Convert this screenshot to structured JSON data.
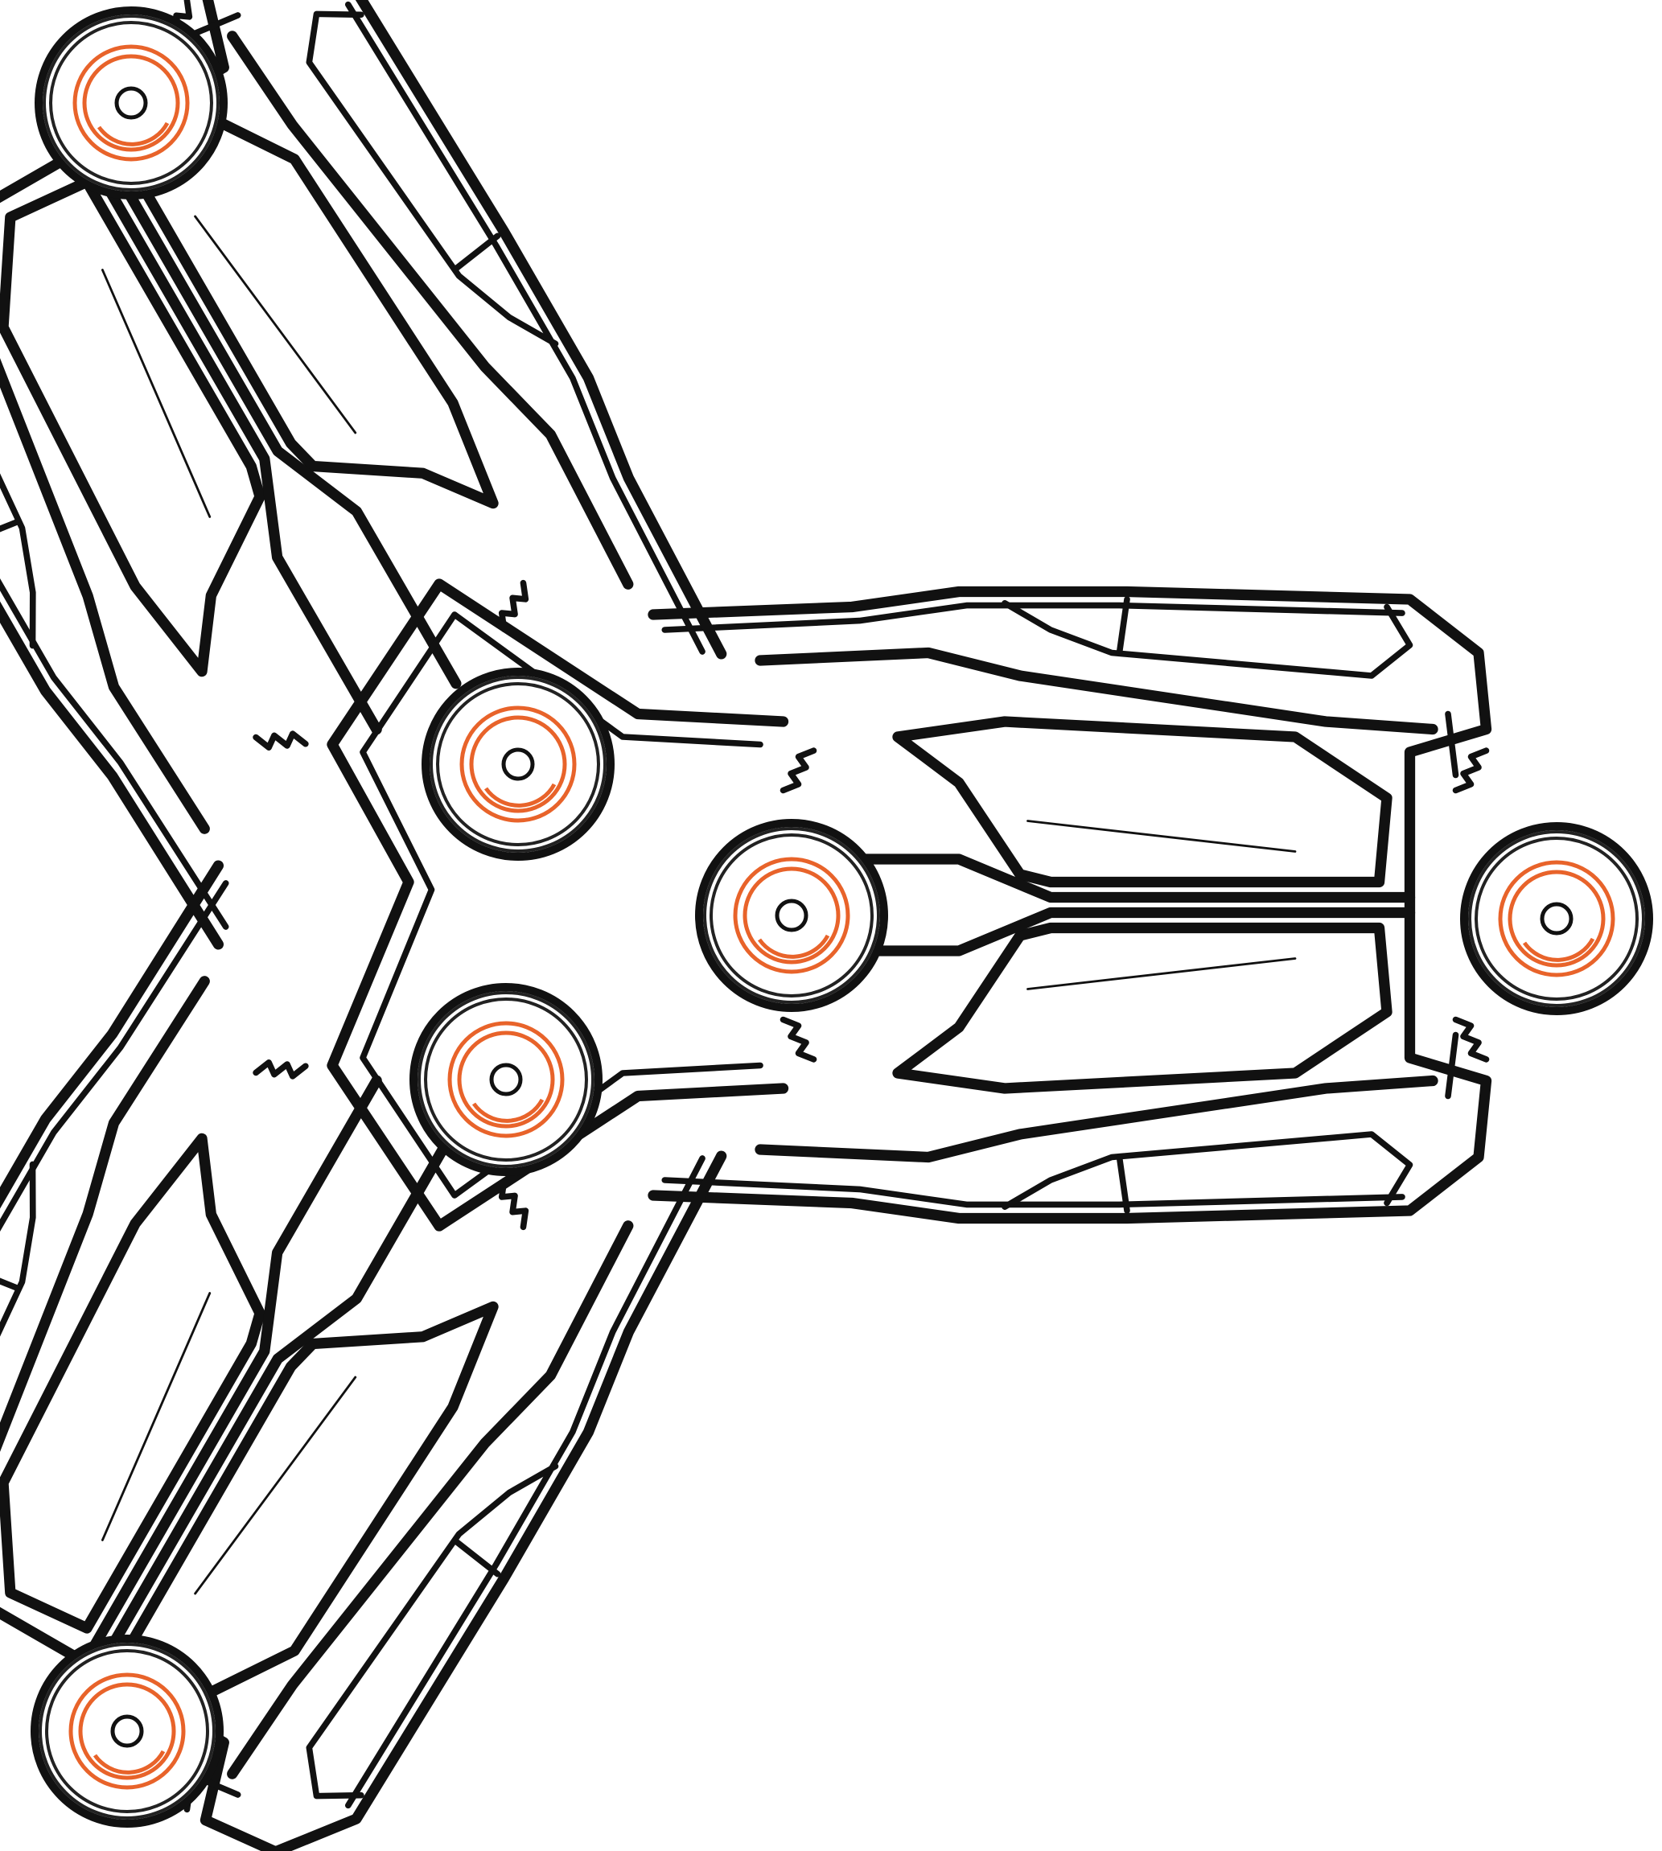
{
  "colors": {
    "ink": "#111111",
    "accent": "#e8632a",
    "background": "#ffffff"
  },
  "arms": [
    {
      "name": "vehicle-arm-top-left",
      "angle": 240
    },
    {
      "name": "vehicle-arm-right",
      "angle": 0
    },
    {
      "name": "vehicle-arm-bottom-left",
      "angle": 120
    }
  ]
}
